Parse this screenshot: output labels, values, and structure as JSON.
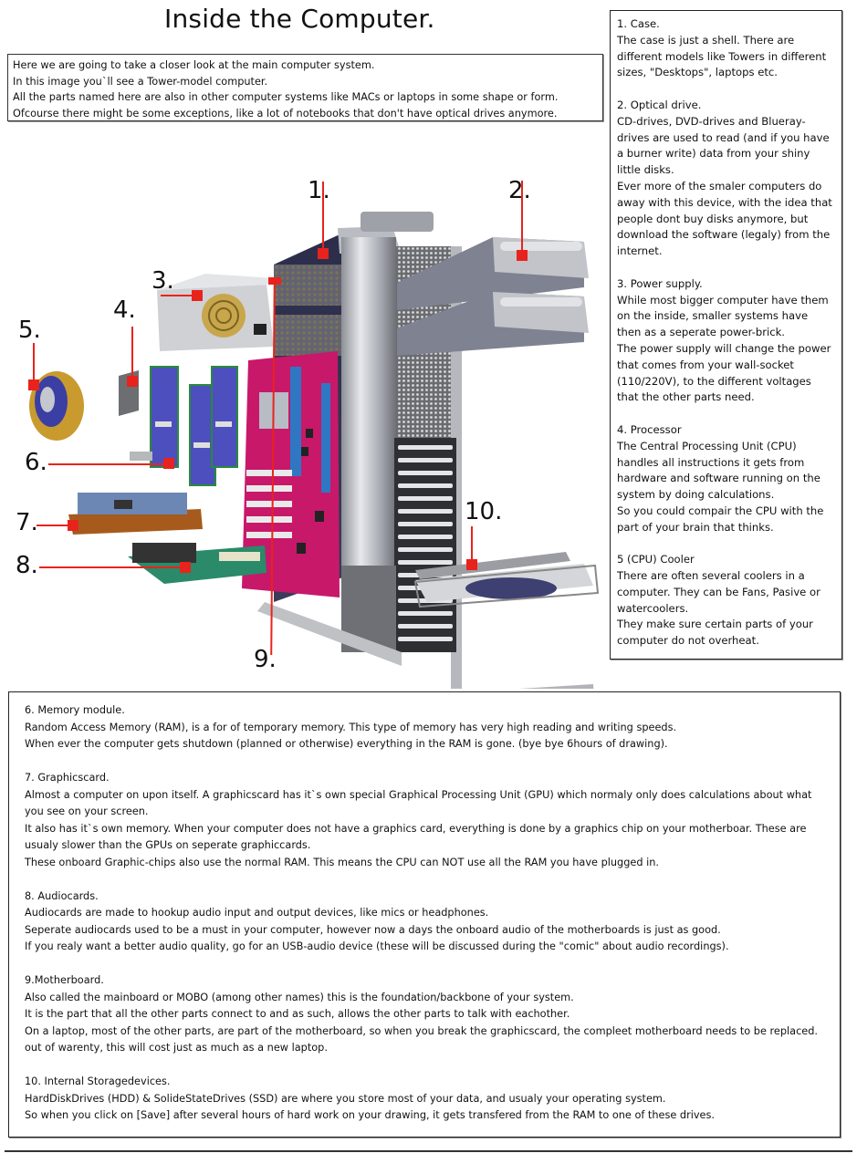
{
  "title": "Inside the Computer.",
  "intro": {
    "lines": [
      "Here we are going to take a closer look at the main computer system.",
      "In this image you`ll see a Tower-model computer.",
      "All the parts named here are also in other computer systems like MACs or laptops in some shape or form.",
      "Ofcourse there might be some exceptions, like a lot of notebooks that don't have optical drives anymore."
    ]
  },
  "diagram": {
    "callouts": [
      "1.",
      "2.",
      "3.",
      "4.",
      "5.",
      "6.",
      "7.",
      "8.",
      "9.",
      "10."
    ],
    "accent_color": "#e8231d",
    "parts": [
      "case",
      "optical-drives",
      "power-supply",
      "processor",
      "cpu-cooler",
      "memory-modules",
      "graphics-card",
      "audio-card",
      "motherboard",
      "hard-drive"
    ]
  },
  "side_panel": {
    "sections": [
      {
        "heading": "1. Case.",
        "lines": [
          "The case is just a shell. There are different models like Towers in different sizes, \"Desktops\", laptops etc."
        ]
      },
      {
        "heading": "2. Optical drive.",
        "lines": [
          "CD-drives, DVD-drives and Blueray-drives are used to read (and if you have a burner write) data from your shiny little disks.",
          "Ever more of the smaler computers do away with this device, with the idea that people dont buy disks anymore, but download the software (legaly) from the internet."
        ]
      },
      {
        "heading": "3. Power supply.",
        "lines": [
          "While most bigger computer have them on the inside, smaller systems have then as a seperate power-brick.",
          "The power supply will change the power that comes from your wall-socket (110/220V), to the different voltages that the other parts need."
        ]
      },
      {
        "heading": "4. Processor",
        "lines": [
          "The Central Processing Unit (CPU) handles all instructions it gets from hardware and software running on the system by doing calculations.",
          "So you could compair the CPU with the part of your brain that thinks."
        ]
      },
      {
        "heading": "5 (CPU) Cooler",
        "lines": [
          "There are often several coolers in a computer. They can be Fans, Pasive or watercoolers.",
          "They make sure certain parts of your computer do not overheat."
        ]
      }
    ]
  },
  "bottom_panel": {
    "sections": [
      {
        "heading": "6. Memory module.",
        "lines": [
          "Random Access Memory (RAM), is a for of temporary memory. This type of memory has very high reading and writing speeds.",
          "When ever the computer gets shutdown (planned or otherwise) everything in the RAM is gone. (bye bye 6hours of drawing)."
        ]
      },
      {
        "heading": "7. Graphicscard.",
        "lines": [
          "Almost a computer on upon itself. A graphicscard has it`s own special Graphical Processing Unit (GPU) which normaly only does calculations about what you see on your screen.",
          "It also has it`s own memory. When your computer does not have a graphics card, everything is done by a graphics chip on your motherboar. These are usualy slower than the GPUs on seperate graphiccards.",
          "These onboard Graphic-chips also use the normal RAM. This means the CPU can NOT use all the RAM you have plugged in."
        ]
      },
      {
        "heading": "8. Audiocards.",
        "lines": [
          "Audiocards are made to hookup audio input and output devices, like mics or headphones.",
          "Seperate audiocards used to be a must in your computer, however now a days the onboard audio of the motherboards is just as good.",
          "If you realy want a better audio quality, go for an USB-audio device (these will be discussed during the \"comic\" about audio recordings)."
        ]
      },
      {
        "heading": "9.Motherboard.",
        "lines": [
          "Also called the mainboard or MOBO (among other names) this is the foundation/backbone of your system.",
          "It is the part that all the other parts connect to and as such, allows the other parts to talk with eachother.",
          "On a laptop, most of the other parts, are part of the motherboard, so when you break the graphicscard, the compleet motherboard needs to be replaced.",
          "out of warenty, this will cost just as much as a new laptop."
        ]
      },
      {
        "heading": "10. Internal Storagedevices.",
        "lines": [
          "HardDiskDrives (HDD) & SolideStateDrives (SSD) are where you store most of your data, and usualy your operating system.",
          "So when you click on [Save] after several hours of hard work on your drawing, it gets transfered from the RAM to one of these drives."
        ]
      }
    ]
  }
}
